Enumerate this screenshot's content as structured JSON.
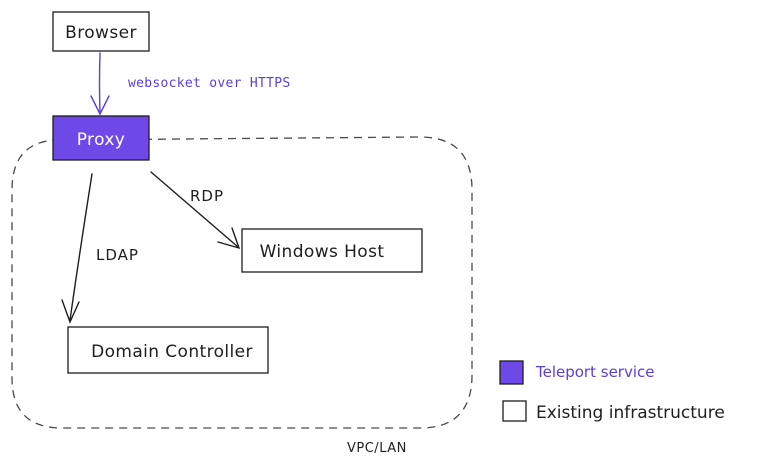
{
  "nodes": {
    "browser": "Browser",
    "proxy": "Proxy",
    "windows_host": "Windows Host",
    "domain_controller": "Domain Controller"
  },
  "edges": {
    "browser_to_proxy": "websocket over HTTPS",
    "proxy_to_windows_host": "RDP",
    "proxy_to_domain_controller": "LDAP"
  },
  "region": {
    "label": "VPC/LAN"
  },
  "legend": {
    "teleport_service": "Teleport service",
    "existing_infrastructure": "Existing infrastructure"
  },
  "colors": {
    "teleport": "#6e49e8",
    "accent_text": "#5b3fd6",
    "ink": "#1e1e1e"
  }
}
